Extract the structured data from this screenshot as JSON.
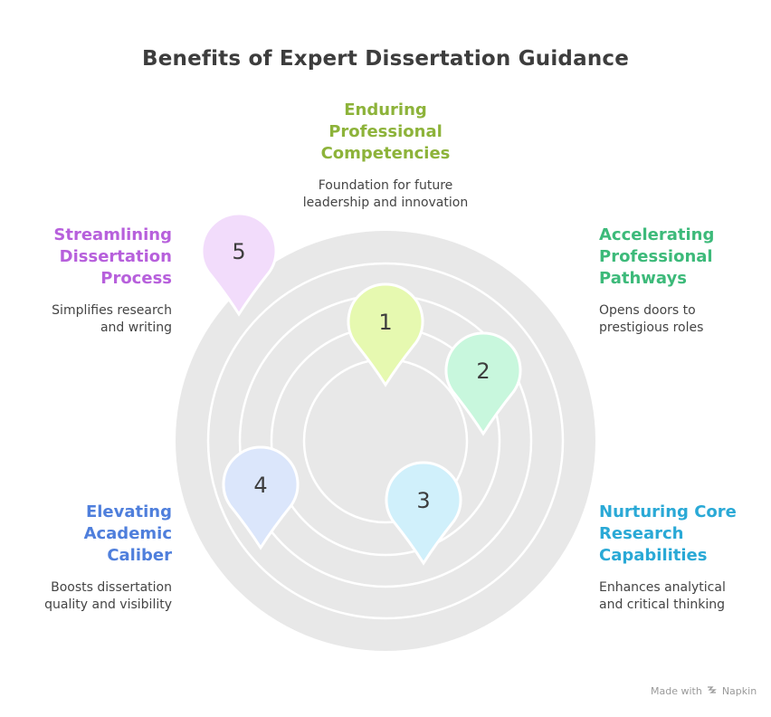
{
  "title": "Benefits of Expert Dissertation Guidance",
  "items": [
    {
      "number": "1",
      "heading": "Enduring\nProfessional\nCompetencies",
      "description": "Foundation for future\nleadership and innovation",
      "color": "#8db33a",
      "pin_color": "#e6f9b0"
    },
    {
      "number": "2",
      "heading": "Accelerating\nProfessional\nPathways",
      "description": "Opens doors to\nprestigious roles",
      "color": "#3dba7a",
      "pin_color": "#c8f7dd"
    },
    {
      "number": "3",
      "heading": "Nurturing Core\nResearch\nCapabilities",
      "description": "Enhances analytical\nand critical thinking",
      "color": "#2aa9d6",
      "pin_color": "#d0f0fb"
    },
    {
      "number": "4",
      "heading": "Elevating\nAcademic\nCaliber",
      "description": "Boosts dissertation\nquality and visibility",
      "color": "#4f7fdc",
      "pin_color": "#dbe6fb"
    },
    {
      "number": "5",
      "heading": "Streamlining\nDissertation\nProcess",
      "description": "Simplifies research\nand writing",
      "color": "#b760dc",
      "pin_color": "#f2dcfb"
    }
  ],
  "footer": {
    "made_with": "Made with",
    "brand": "Napkin"
  },
  "icons": {
    "brand_logo": "napkin-logo-icon"
  }
}
